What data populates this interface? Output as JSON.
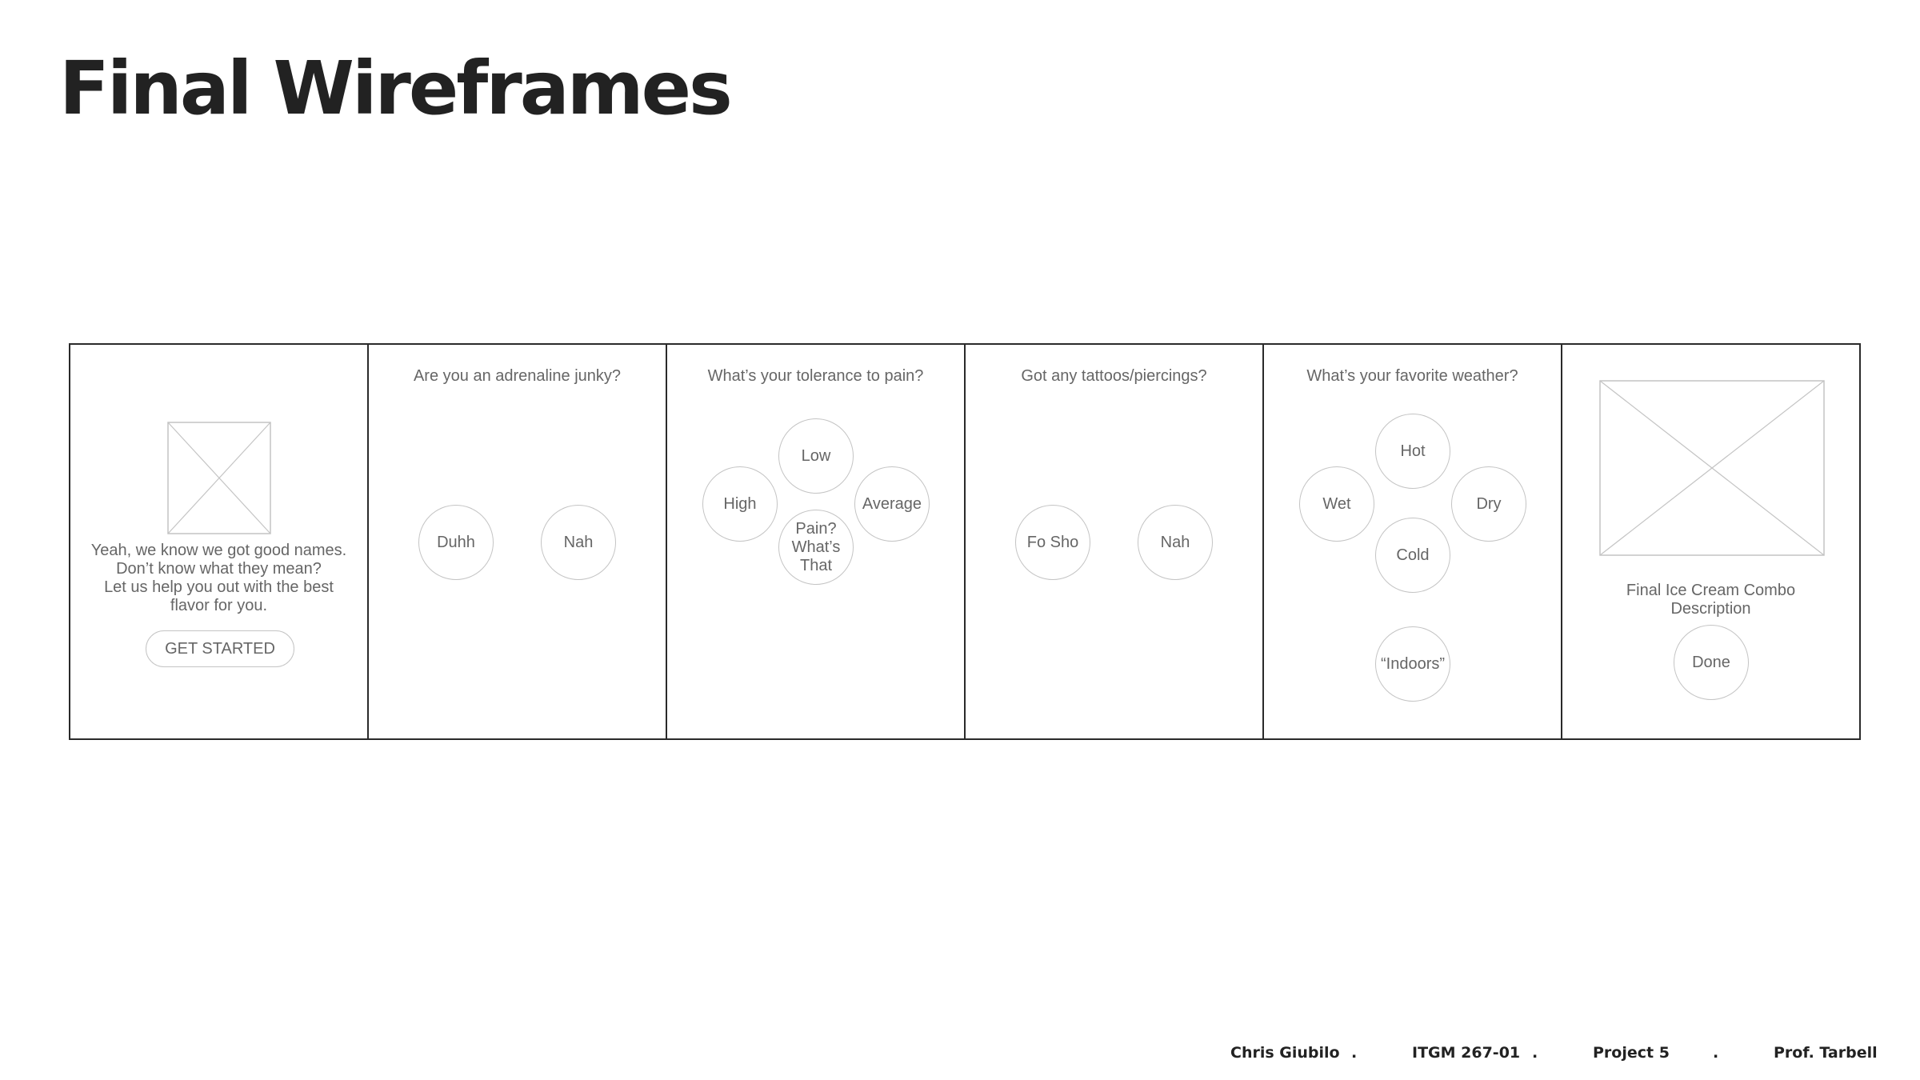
{
  "title": "Final Wireframes",
  "panels": [
    {
      "intro_lines": [
        "Yeah, we know we got good names.",
        "Don’t know what they mean?",
        "Let us help you out with the best",
        "flavor for you."
      ],
      "button_label": "GET STARTED",
      "image_icon": "image-placeholder-icon"
    },
    {
      "question": "Are you an adrenaline junky?",
      "options": [
        "Duhh",
        "Nah"
      ]
    },
    {
      "question": "What’s your tolerance to pain?",
      "options": [
        "Low",
        "High",
        "Average",
        "Pain? What’s That"
      ]
    },
    {
      "question": "Got any tattoos/piercings?",
      "options": [
        "Fo Sho",
        "Nah"
      ]
    },
    {
      "question": "What’s your favorite weather?",
      "options": [
        "Hot",
        "Wet",
        "Dry",
        "Cold",
        "“Indoors”"
      ]
    },
    {
      "image_icon": "image-placeholder-icon",
      "description_lines": [
        "Final Ice Cream Combo",
        "Description"
      ],
      "button_label": "Done"
    }
  ],
  "footer": {
    "author": "Chris Giubilo",
    "course": "ITGM 267-01",
    "project": "Project 5",
    "professor": "Prof. Tarbell",
    "separator": "."
  }
}
